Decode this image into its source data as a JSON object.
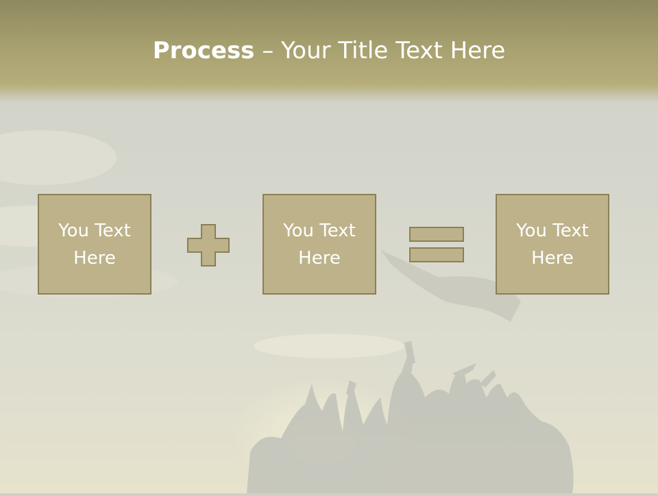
{
  "slide": {
    "title_bold": "Process",
    "title_rest": " – Your Title Text Here"
  },
  "boxes": [
    {
      "text": "You Text Here"
    },
    {
      "text": "You Text Here"
    },
    {
      "text": "You Text Here"
    }
  ],
  "colors": {
    "box_fill": "#bdb28a",
    "box_border": "#8a7f56",
    "title_band": "#a9a271",
    "text": "#ffffff"
  },
  "icons": [
    "plus-icon",
    "equals-icon"
  ]
}
